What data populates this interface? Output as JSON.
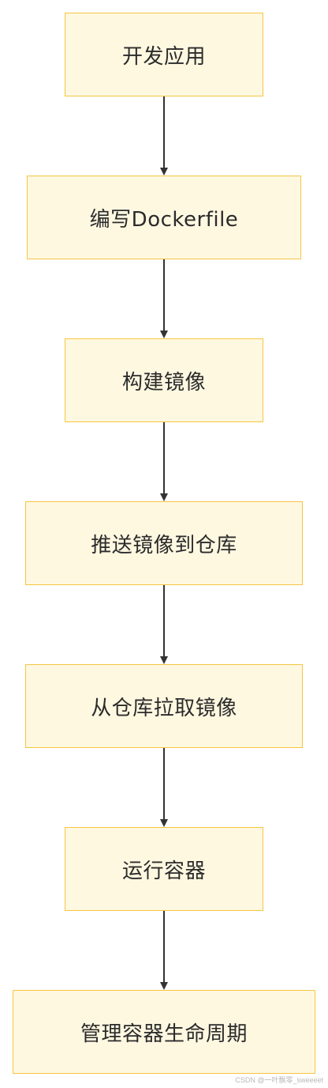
{
  "diagram": {
    "type": "flowchart",
    "direction": "top-to-bottom",
    "node_fill": "#fff8e1",
    "node_border": "#f5c542",
    "edge_color": "#333333",
    "nodes": [
      {
        "id": "n1",
        "label": "开发应用"
      },
      {
        "id": "n2",
        "label": "编写Dockerfile"
      },
      {
        "id": "n3",
        "label": "构建镜像"
      },
      {
        "id": "n4",
        "label": "推送镜像到仓库"
      },
      {
        "id": "n5",
        "label": "从仓库拉取镜像"
      },
      {
        "id": "n6",
        "label": "运行容器"
      },
      {
        "id": "n7",
        "label": "管理容器生命周期"
      }
    ],
    "edges": [
      {
        "from": "n1",
        "to": "n2"
      },
      {
        "from": "n2",
        "to": "n3"
      },
      {
        "from": "n3",
        "to": "n4"
      },
      {
        "from": "n4",
        "to": "n5"
      },
      {
        "from": "n5",
        "to": "n6"
      },
      {
        "from": "n6",
        "to": "n7"
      }
    ]
  },
  "watermark": "CSDN @一叶飘零_sweeeet"
}
